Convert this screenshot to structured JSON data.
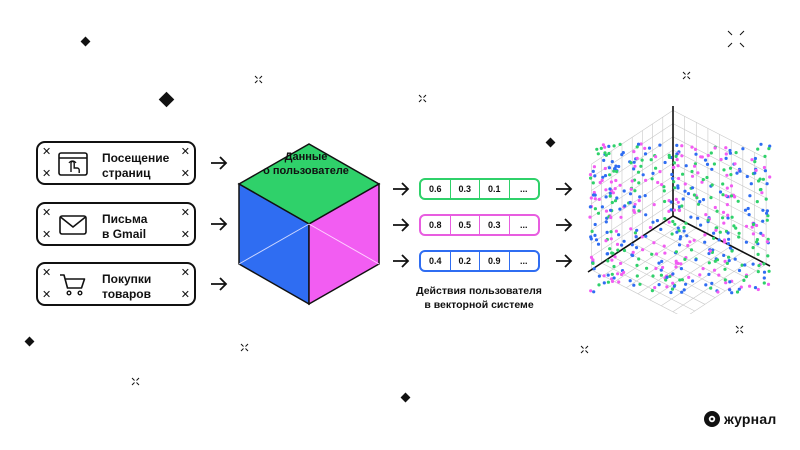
{
  "sources": [
    {
      "label_line1": "Посещение",
      "label_line2": "страниц",
      "icon": "click-page-icon"
    },
    {
      "label_line1": "Письма",
      "label_line2": "в Gmail",
      "icon": "envelope-icon"
    },
    {
      "label_line1": "Покупки",
      "label_line2": "товаров",
      "icon": "cart-icon"
    }
  ],
  "cube": {
    "label_line1": "Данные",
    "label_line2": "о пользователе",
    "colors": {
      "top": "#2fd16a",
      "left": "#2f6df2",
      "right": "#f25df2"
    }
  },
  "vectors": [
    {
      "color": "#2fd16a",
      "values": [
        "0.6",
        "0.3",
        "0.1",
        "..."
      ]
    },
    {
      "color": "#e85de0",
      "values": [
        "0.8",
        "0.5",
        "0.3",
        "..."
      ]
    },
    {
      "color": "#2f6df2",
      "values": [
        "0.4",
        "0.2",
        "0.9",
        "..."
      ]
    }
  ],
  "caption": {
    "line1": "Действия пользователя",
    "line2": "в векторной системе"
  },
  "brand": "журнал",
  "scatter_colors": [
    "#2f6df2",
    "#f25df2",
    "#2fd16a"
  ]
}
